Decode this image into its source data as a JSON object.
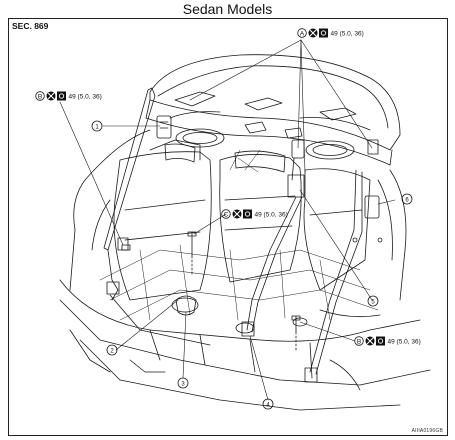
{
  "title": "Sedan Models",
  "section": "SEC. 869",
  "figure_code": "AIIIA0196GB",
  "torque_spec": "49 (5.0, 36)",
  "torque_refs": [
    {
      "letter": "A",
      "value": "49 (5.0, 36)"
    },
    {
      "letter": "B",
      "value": "49 (5.0, 36)"
    },
    {
      "letter": "C",
      "value": "49 (5.0, 36)"
    },
    {
      "letter": "B",
      "value": "49 (5.0, 36)"
    }
  ],
  "callouts": [
    "1",
    "2",
    "3",
    "4",
    "5",
    "6"
  ],
  "colors": {
    "line": "#1a1a1a",
    "background": "#ffffff"
  },
  "icons": [
    "tightening-torque-icon",
    "service-instruction-icon"
  ]
}
